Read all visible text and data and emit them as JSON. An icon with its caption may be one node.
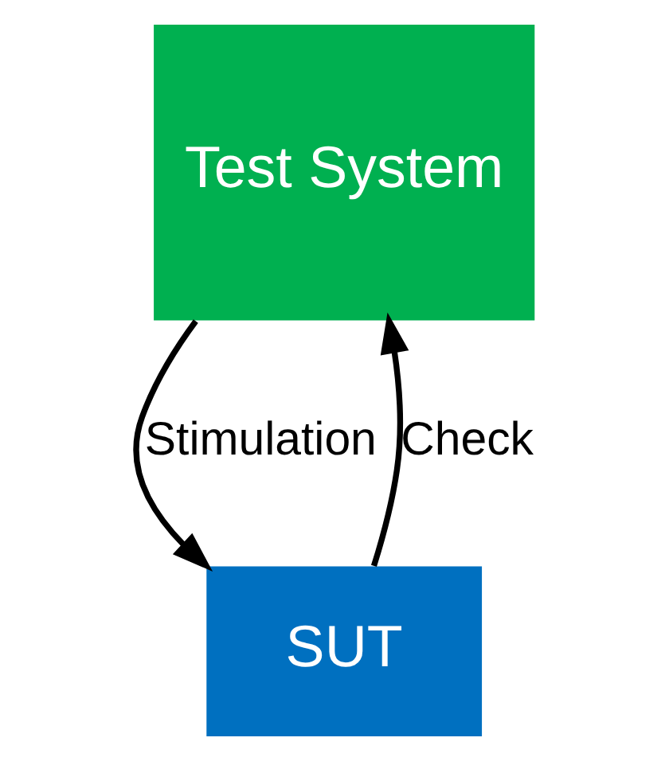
{
  "diagram": {
    "nodes": [
      {
        "text": [
          "Test System"
        ]
      },
      {
        "text": [
          "SUT"
        ]
      }
    ],
    "edges": [
      {
        "from": 0,
        "to": 1,
        "arrow": "to",
        "label": "Stimulation"
      },
      {
        "from": 1,
        "to": 0,
        "arrow": "to",
        "label": "Check"
      }
    ]
  }
}
